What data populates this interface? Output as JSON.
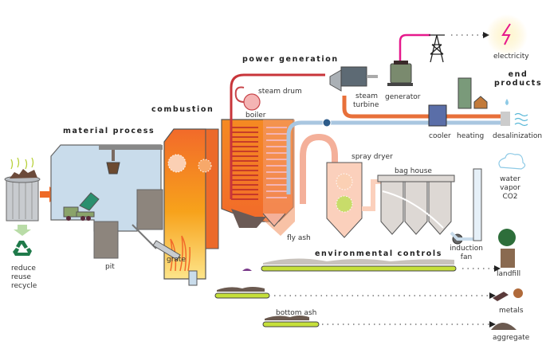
{
  "sections": {
    "material_process": "material process",
    "combustion": "combustion",
    "power_generation": "power generation",
    "environmental_controls": "environmental controls",
    "end_products_line1": "end",
    "end_products_line2": "products"
  },
  "labels": {
    "reduce": "reduce",
    "reuse": "reuse",
    "recycle": "recycle",
    "pit": "pit",
    "grate": "grate",
    "steam_drum": "steam drum",
    "boiler": "boiler",
    "steam_line1": "steam",
    "steam_line2": "turbine",
    "generator": "generator",
    "electricity": "electricity",
    "cooler": "cooler",
    "heating": "heating",
    "desalinization": "desalinization",
    "spray_dryer": "spray dryer",
    "bag_house": "bag house",
    "water": "water",
    "vapor": "vapor",
    "co2": "CO2",
    "fly_ash": "fly ash",
    "induction": "induction",
    "fan": "fan",
    "landfill": "landfill",
    "metals": "metals",
    "bottom_ash": "bottom ash",
    "aggregate": "aggregate"
  },
  "colors": {
    "steam_pipe": "#d9412b",
    "power_line": "#e6198c",
    "cooling_pipe": "#a9c6e0",
    "hot_water_pipe": "#e8703a",
    "conveyor": "#c6e03a",
    "flame": "#f7a21b",
    "boiler_orange": "#f58a22",
    "flue_pink": "#f4b09a",
    "building_blue": "#c9dceb",
    "recycle_green": "#1f7a4a"
  }
}
